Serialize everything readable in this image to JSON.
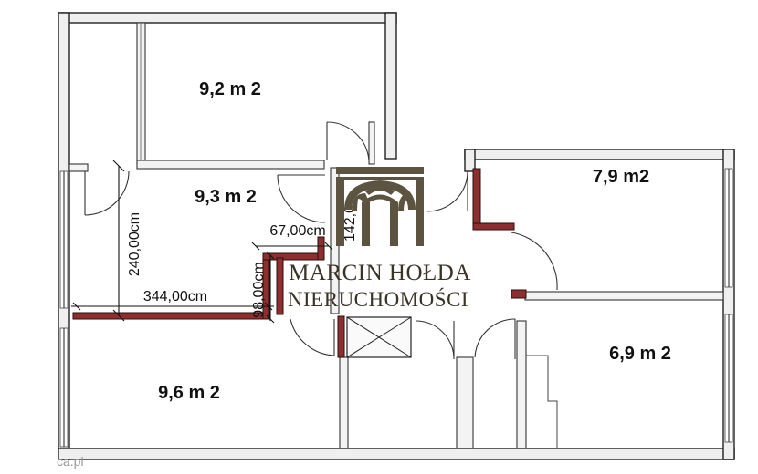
{
  "rooms": [
    {
      "id": "room-top-left",
      "area": "9,2 m 2"
    },
    {
      "id": "room-middle-left",
      "area": "9,3 m 2"
    },
    {
      "id": "room-bottom-left",
      "area": "9,6 m 2"
    },
    {
      "id": "room-top-right",
      "area": "7,9 m2"
    },
    {
      "id": "room-bottom-right",
      "area": "6,9 m 2"
    }
  ],
  "dimensions": {
    "vertical_room_height": "240,00cm",
    "horizontal_room_width": "344,00cm",
    "nook_width": "67,00cm",
    "nook_depth": "98,00cm",
    "door_offset": "142,0"
  },
  "branding": {
    "name": "MARCIN HOŁDA",
    "subtitle": "NIERUCHOMOŚCI",
    "logo_color": "#5c5440"
  },
  "watermark": "ca.pl",
  "colors": {
    "wall_fill": "#efefef",
    "structural_wall": "#8e2f2f",
    "line": "#222222"
  }
}
